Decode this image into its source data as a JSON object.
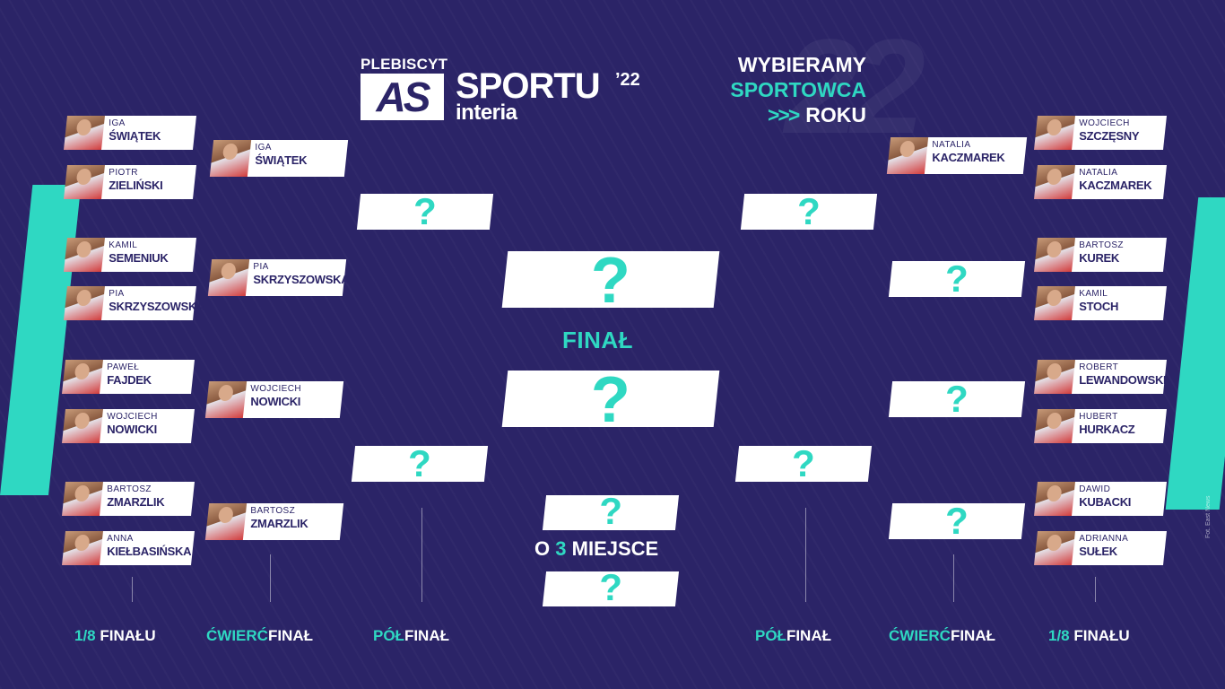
{
  "logo": {
    "plebiscyt": "PLEBISCYT",
    "as": "AS",
    "sportu": "SPORTU",
    "year": "’22",
    "interia": "interia"
  },
  "tagline": {
    "line1": "WYBIERAMY",
    "line2": "SPORTOWCA",
    "arrows": ">>>",
    "line3": "ROKU"
  },
  "colors": {
    "background": "#2b2467",
    "accent": "#2fd8c2",
    "card": "#ffffff"
  },
  "left": {
    "round_of_16": [
      {
        "first": "IGA",
        "last": "ŚWIĄTEK"
      },
      {
        "first": "PIOTR",
        "last": "ZIELIŃSKI"
      },
      {
        "first": "KAMIL",
        "last": "SEMENIUK"
      },
      {
        "first": "PIA",
        "last": "SKRZYSZOWSKA"
      },
      {
        "first": "PAWEŁ",
        "last": "FAJDEK"
      },
      {
        "first": "WOJCIECH",
        "last": "NOWICKI"
      },
      {
        "first": "BARTOSZ",
        "last": "ZMARZLIK"
      },
      {
        "first": "ANNA",
        "last": "KIEŁBASIŃSKA"
      }
    ],
    "quarter": [
      {
        "first": "IGA",
        "last": "ŚWIĄTEK"
      },
      {
        "first": "PIA",
        "last": "SKRZYSZOWSKA"
      },
      {
        "first": "WOJCIECH",
        "last": "NOWICKI"
      },
      {
        "first": "BARTOSZ",
        "last": "ZMARZLIK"
      }
    ]
  },
  "right": {
    "round_of_16": [
      {
        "first": "WOJCIECH",
        "last": "SZCZĘSNY"
      },
      {
        "first": "NATALIA",
        "last": "KACZMAREK"
      },
      {
        "first": "BARTOSZ",
        "last": "KUREK"
      },
      {
        "first": "KAMIL",
        "last": "STOCH"
      },
      {
        "first": "ROBERT",
        "last": "LEWANDOWSKI"
      },
      {
        "first": "HUBERT",
        "last": "HURKACZ"
      },
      {
        "first": "DAWID",
        "last": "KUBACKI"
      },
      {
        "first": "ADRIANNA",
        "last": "SUŁEK"
      }
    ],
    "quarter": [
      {
        "first": "NATALIA",
        "last": "KACZMAREK"
      }
    ]
  },
  "unknown": "?",
  "labels": {
    "final": "FINAŁ",
    "third_prefix": "O",
    "third_num": "3",
    "third_suffix": "MIEJSCE"
  },
  "rounds": {
    "r16_a": "1/8",
    "r16_b": "FINAŁU",
    "qf_a": "ĆWIERĆ",
    "qf_b": "FINAŁ",
    "sf_a": "PÓŁ",
    "sf_b": "FINAŁ"
  },
  "credit": "Fot. East News"
}
